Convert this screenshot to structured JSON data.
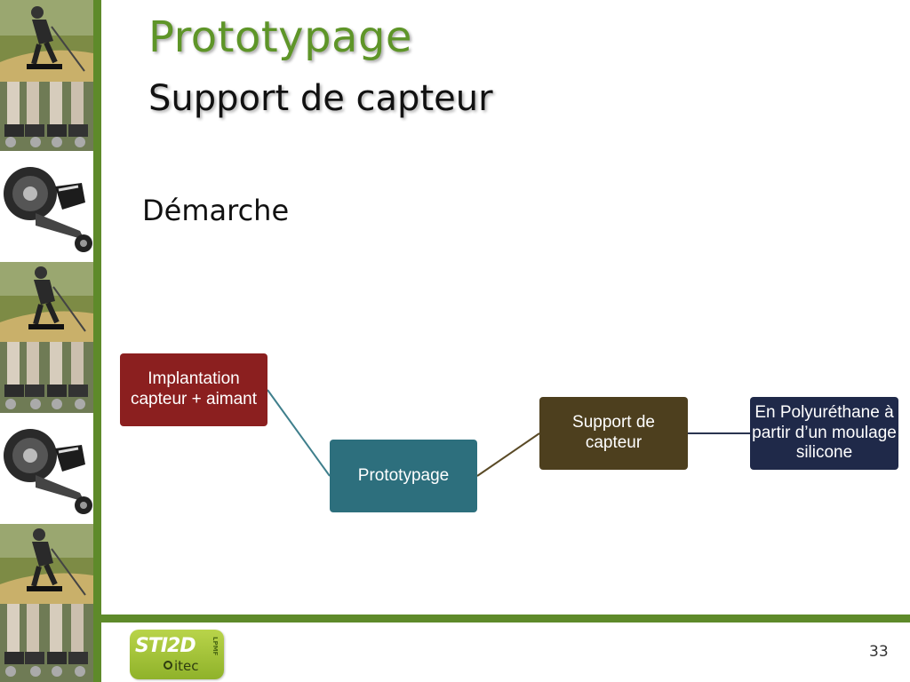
{
  "slide": {
    "title": "Prototypage",
    "subtitle": "Support de capteur",
    "body_text": "Démarche",
    "page_number": "33"
  },
  "diagram": {
    "nodes": [
      {
        "label": "Implantation capteur + aimant",
        "color": "#8b1f1f"
      },
      {
        "label": "Prototypage",
        "color": "#2d6f7d"
      },
      {
        "label": "Support de capteur",
        "color": "#4d3f1e"
      },
      {
        "label": "En Polyuréthane à partir d’un moulage silicone",
        "color": "#1f2949"
      }
    ]
  },
  "logo": {
    "main": "STI2D",
    "sub": "itec",
    "side": "LPMF"
  },
  "theme": {
    "accent_green": "#5e8a2a",
    "title_green": "#5e9528"
  },
  "decor": {
    "left_strip_images": [
      "skater-photo",
      "legs-skates-photo",
      "mountainboard-photo",
      "skater-photo",
      "legs-skates-photo",
      "mountainboard-photo",
      "skater-photo",
      "legs-skates-photo"
    ]
  }
}
